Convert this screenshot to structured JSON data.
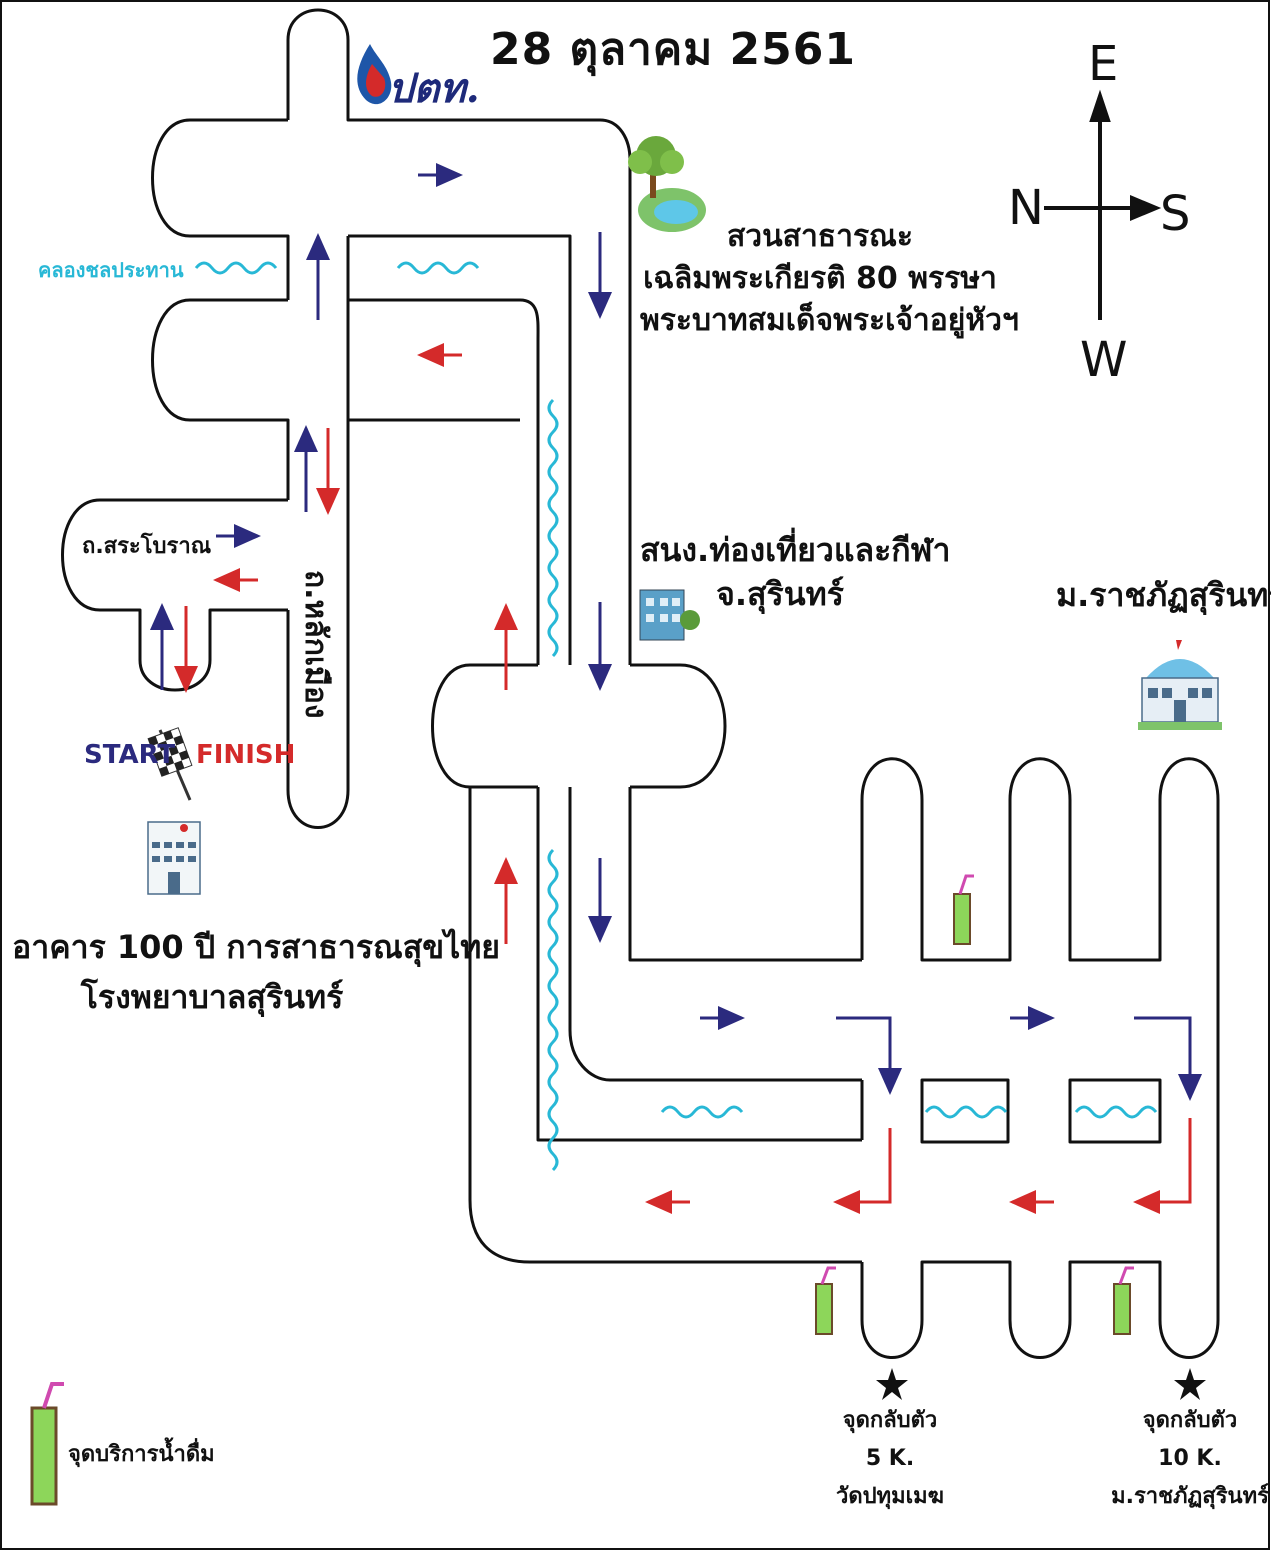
{
  "date": "28 ตุลาคม 2561",
  "brand_logo_text": "ปตท.",
  "labels": {
    "park": [
      "สวนสาธารณะ",
      "เฉลิมพระเกียรติ 80 พรรษา",
      "พระบาทสมเด็จพระเจ้าอยู่หัวฯ"
    ],
    "tourism_office": [
      "สนง.ท่องเที่ยวและกีฬา",
      "จ.สุรินทร์"
    ],
    "university": "ม.ราชภัฏสุรินทร์",
    "canal": "คลองชลประทาน",
    "old_road": "ถ.สระโบราณ",
    "lak_muang_road": "ถ.หลักเมือง",
    "start": "START",
    "finish": "FINISH",
    "hospital": [
      "อาคาร 100 ปี การสาธารณสุขไทย",
      "โรงพยาบาลสุรินทร์"
    ],
    "turn_5k": [
      "จุดกลับตัว",
      "5 K.",
      "วัดปทุมเมฆ"
    ],
    "turn_10k": [
      "จุดกลับตัว",
      "10 K.",
      "ม.ราชภัฏสุรินทร์"
    ],
    "legend_water": "จุดบริการน้ำดื่ม"
  },
  "compass": {
    "north": "N",
    "south": "S",
    "east": "E",
    "west": "W"
  },
  "colors": {
    "road_outline": "#111111",
    "outbound_arrow": "#2b2a7e",
    "return_arrow": "#d42a2a",
    "water": "#28b8d6",
    "drink": "#8dd65a"
  },
  "icons": [
    "flag-icon",
    "tree-pond-icon",
    "office-building-icon",
    "university-building-icon",
    "hospital-building-icon",
    "drink-cup-icon",
    "star-icon",
    "ptt-drop-icon"
  ]
}
